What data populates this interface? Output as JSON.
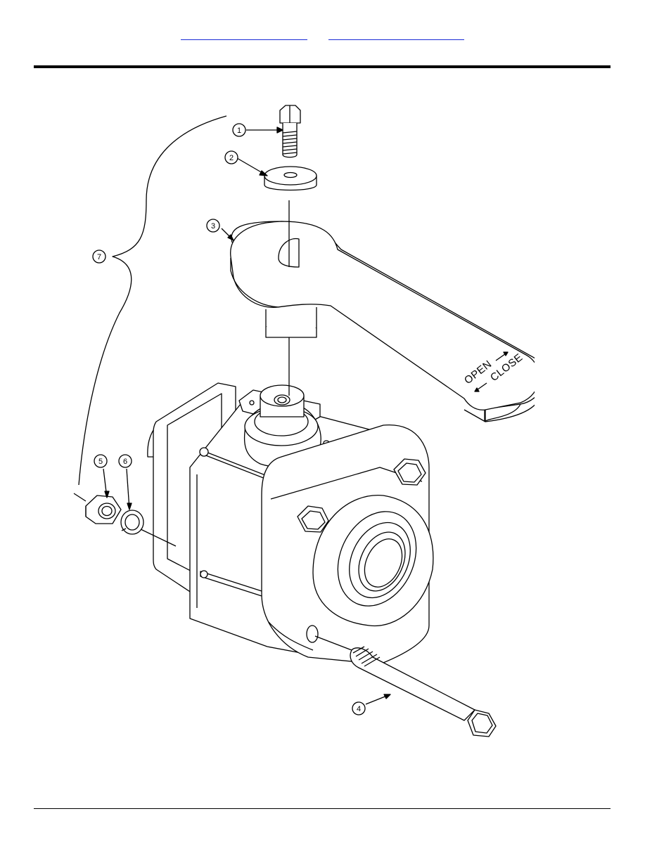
{
  "header": {
    "links": [
      {
        "label": ""
      },
      {
        "label": ""
      }
    ]
  },
  "diagram": {
    "callouts": [
      "1",
      "2",
      "3",
      "4",
      "5",
      "6",
      "7"
    ],
    "handle_labels": {
      "open": "OPEN",
      "close": "CLOSE"
    }
  }
}
